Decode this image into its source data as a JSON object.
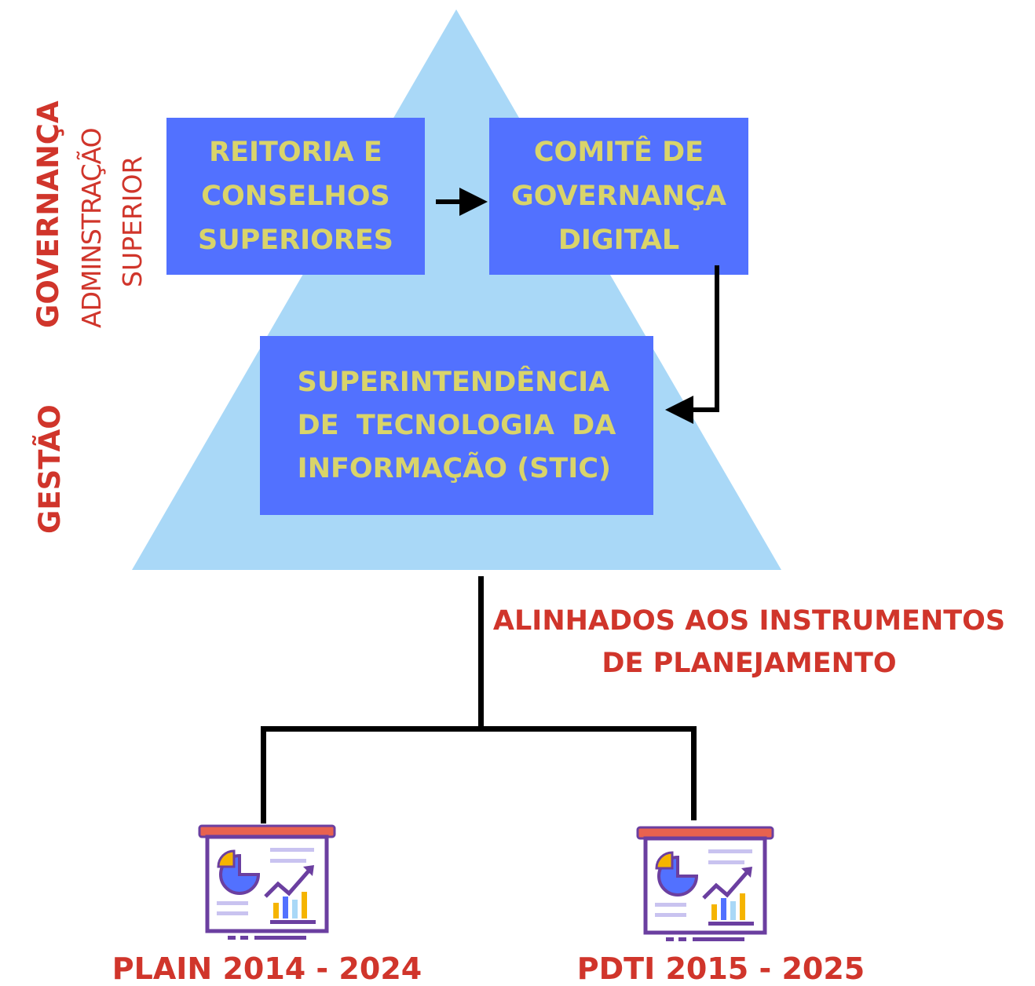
{
  "colors": {
    "triangle": "#a9d8f7",
    "box_fill": "#5271ff",
    "box_text": "#d9d46a",
    "accent_red": "#d0352b",
    "connector": "#000000"
  },
  "side_labels": {
    "governanca": "GOVERNANÇA",
    "administracao": "ADMINSTRAÇÃO",
    "superior": "SUPERIOR",
    "gestao": "GESTÃO"
  },
  "boxes": {
    "reitoria": [
      "REITORIA E",
      "CONSELHOS",
      "SUPERIORES"
    ],
    "comite": [
      "COMITÊ DE",
      "GOVERNANÇA",
      "DIGITAL"
    ],
    "stic": [
      "SUPERINTENDÊNCIA",
      "DE TECNOLOGIA DA",
      "INFORMAÇÃO (STIC)"
    ]
  },
  "alignment": {
    "line1": "ALINHADOS AOS INSTRUMENTOS",
    "line2": "DE PLANEJAMENTO"
  },
  "instruments": [
    {
      "label": "PLAIN 2014 - 2024",
      "icon": "presentation-chart-icon"
    },
    {
      "label": "PDTI 2015 - 2025",
      "icon": "presentation-chart-icon"
    }
  ]
}
